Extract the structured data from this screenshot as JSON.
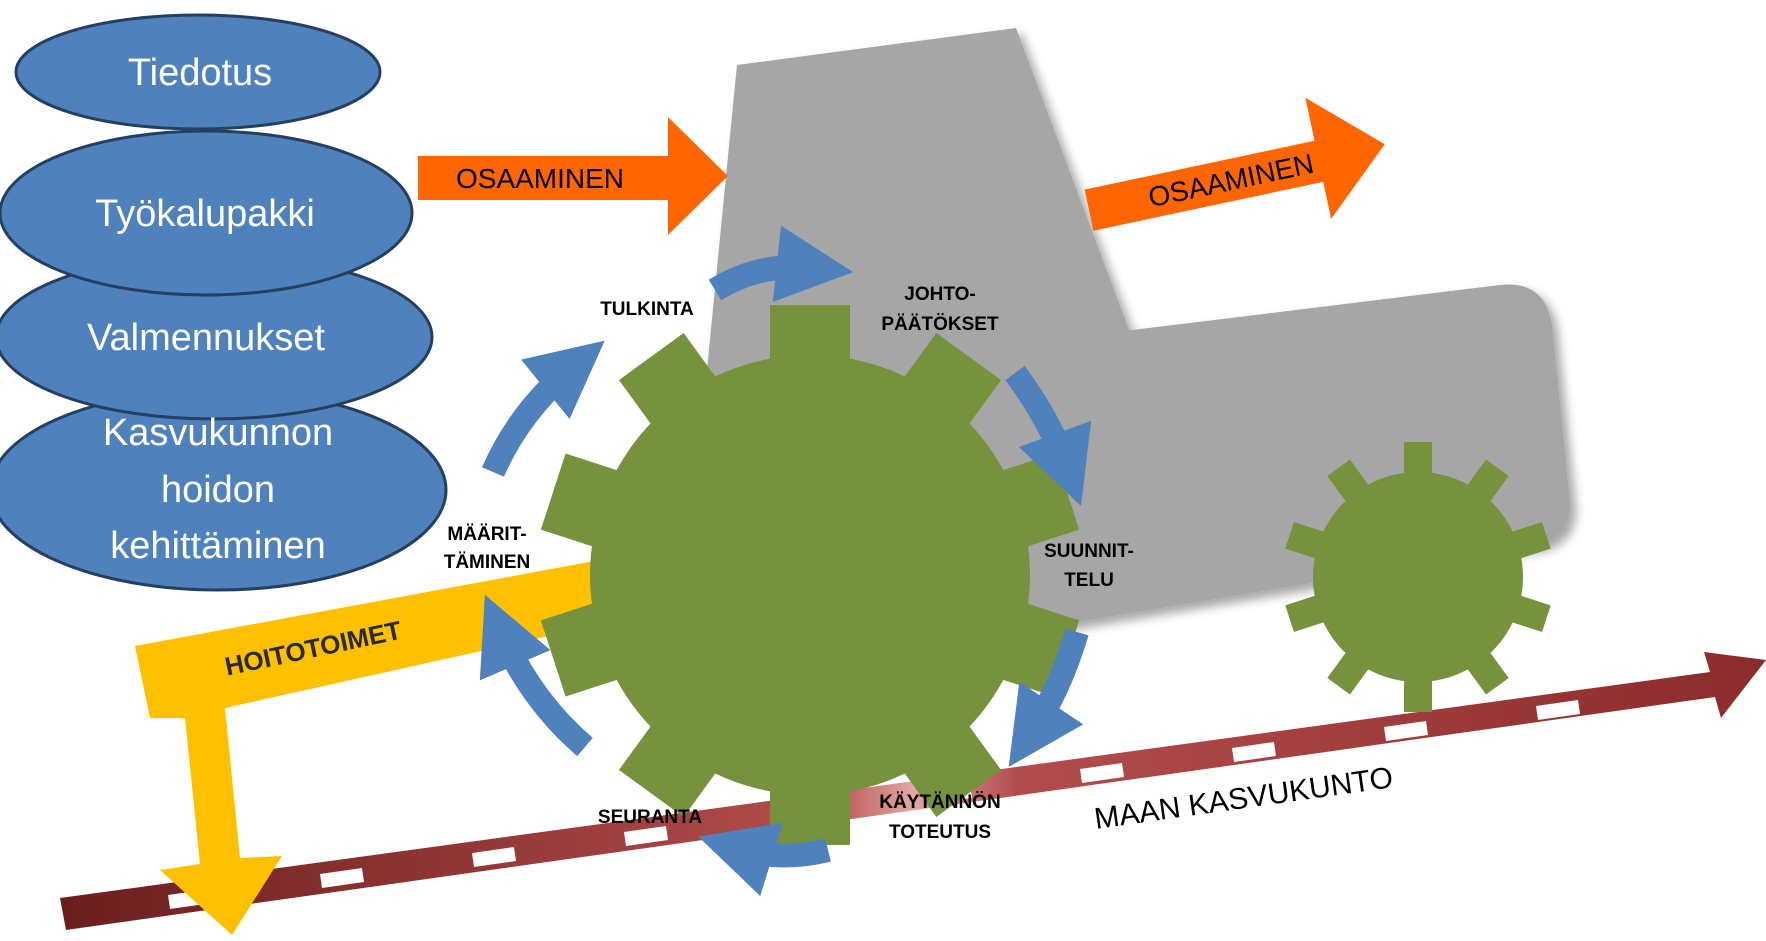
{
  "ellipses": {
    "tiedotus": "Tiedotus",
    "tyokalupakki": "Työkalupakki",
    "valmennukset": "Valmennukset",
    "kasvukunnon": [
      "Kasvukunnon",
      "hoidon",
      "kehittäminen"
    ]
  },
  "arrows": {
    "osaaminen_left": "OSAAMINEN",
    "osaaminen_right": "OSAAMINEN",
    "hoitotoimet": "HOITOTOIMET",
    "maan_kasvukunto": "MAAN KASVUKUNTO"
  },
  "cycle": {
    "tulkinta": "TULKINTA",
    "johtopaatokset": [
      "JOHTO-",
      "PÄÄTÖKSET"
    ],
    "suunnittelu": [
      "SUUNNIT-",
      "TELU"
    ],
    "kaytannon": [
      "KÄYTÄNNÖN",
      "TOTEUTUS"
    ],
    "seuranta": "SEURANTA",
    "maarittaminen": [
      "MÄÄRIT-",
      "TÄMINEN"
    ]
  },
  "colors": {
    "ellipse_fill": "#4f81bd",
    "ellipse_stroke": "#243f60",
    "osaaminen_arrow": "#ff6600",
    "tractor_body": "#a6a6a6",
    "gear": "#76923c",
    "cycle_arrow": "#4f81bd",
    "hoitotoimet_arrow": "#ffc000",
    "ground_arrow": "#943634"
  },
  "icons": {
    "tractor": "tractor-silhouette",
    "big_gear": "gear-icon",
    "small_gear": "gear-icon"
  }
}
